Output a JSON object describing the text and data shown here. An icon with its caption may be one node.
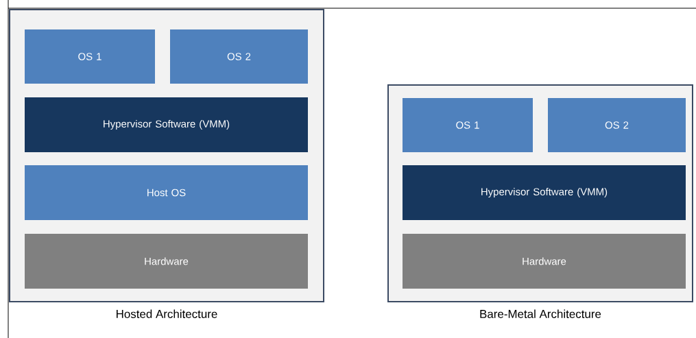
{
  "diagram": {
    "nodes": [
      {
        "text": [
          "Hosted Architecture"
        ]
      },
      {
        "text": [
          "OS 1"
        ],
        "in": 0
      },
      {
        "text": [
          "OS 2"
        ],
        "in": 0
      },
      {
        "text": [
          "Hypervisor Software (VMM)"
        ],
        "in": 0
      },
      {
        "text": [
          "Host OS"
        ],
        "in": 0
      },
      {
        "text": [
          "Hardware"
        ],
        "in": 0
      },
      {
        "text": [
          "Bare-Metal Architecture"
        ]
      },
      {
        "text": [
          "OS 1"
        ],
        "in": 6
      },
      {
        "text": [
          "OS 2"
        ],
        "in": 6
      },
      {
        "text": [
          "Hypervisor Software (VMM)"
        ],
        "in": 6
      },
      {
        "text": [
          "Hardware"
        ],
        "in": 6
      }
    ]
  }
}
